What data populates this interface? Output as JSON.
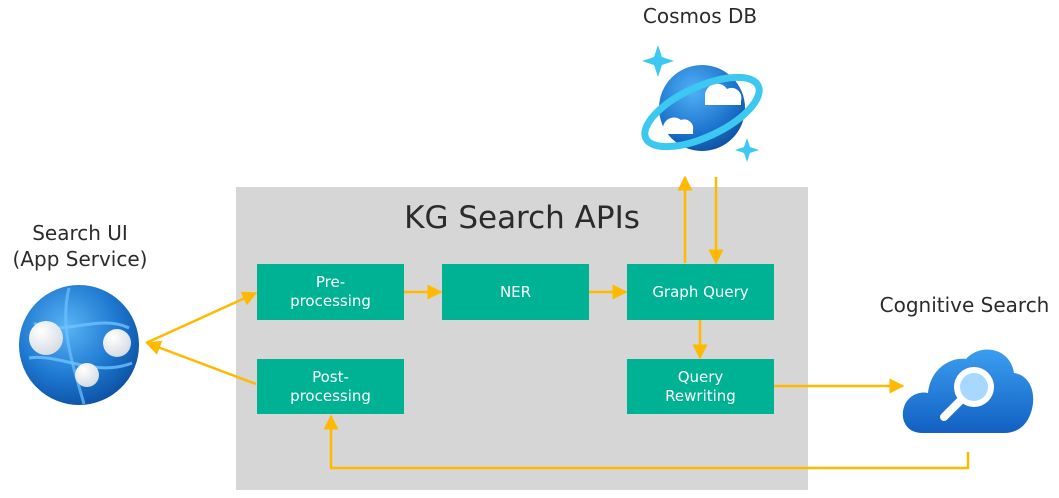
{
  "panel": {
    "title": "KG Search APIs"
  },
  "steps": {
    "preprocessing": [
      "Pre-",
      "processing"
    ],
    "ner": [
      "NER"
    ],
    "graph_query": [
      "Graph Query"
    ],
    "postprocessing": [
      "Post-",
      "processing"
    ],
    "query_rewriting": [
      "Query",
      "Rewriting"
    ]
  },
  "external": {
    "search_ui": [
      "Search UI",
      "(App Service)"
    ],
    "cosmos_db": "Cosmos DB",
    "cognitive_search": "Cognitive Search"
  },
  "icons": {
    "app_service": "app-service-icon",
    "cosmos_db": "cosmos-db-icon",
    "cognitive_search": "cognitive-search-icon"
  },
  "colors": {
    "step_fill": "#00b294",
    "panel_fill": "#d6d6d6",
    "arrow": "#ffb900",
    "azure_blue": "#1e78d0"
  }
}
